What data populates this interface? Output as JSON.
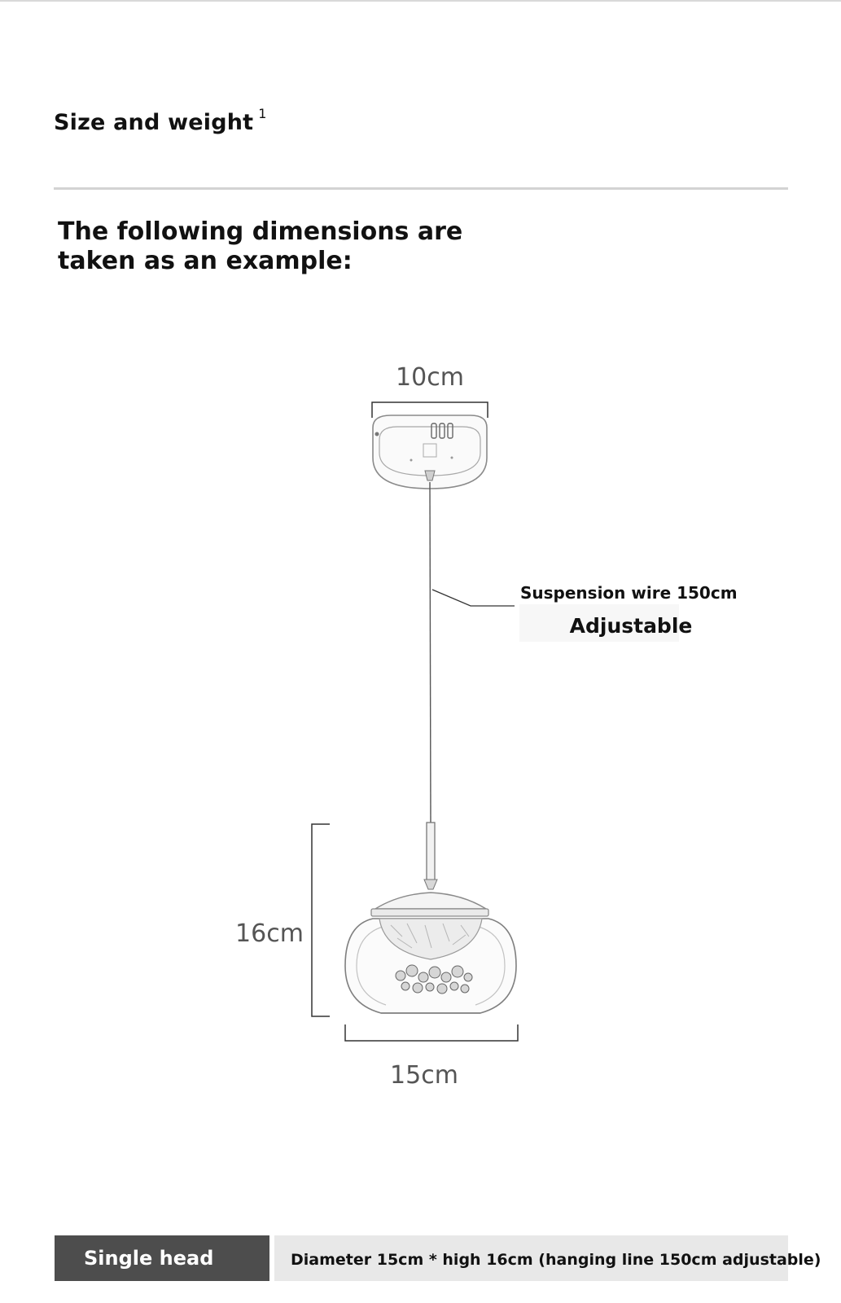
{
  "header": {
    "title": "Size and weight",
    "superscript": "1"
  },
  "intro": {
    "line1": "The following dimensions are",
    "line2": "taken as an example:"
  },
  "diagram": {
    "canopy_width": "10cm",
    "wire_label": "Suspension wire 150cm",
    "wire_note": "Adjustable",
    "shade_height": "16cm",
    "shade_diameter": "15cm"
  },
  "spec": {
    "label": "Single head",
    "value": "Diameter 15cm * high 16cm (hanging line 150cm adjustable)"
  }
}
